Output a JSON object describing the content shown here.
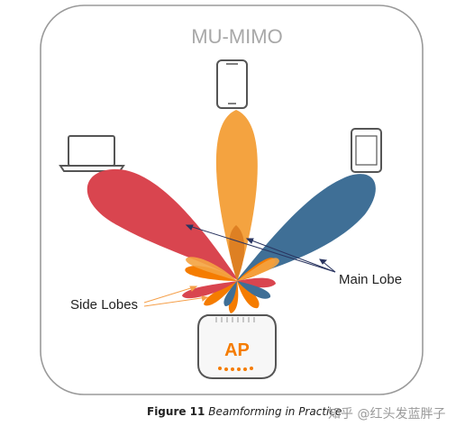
{
  "diagram": {
    "title": "MU-MIMO",
    "labels": {
      "main_lobe": "Main Lobe",
      "side_lobes": "Side Lobes",
      "ap": "AP"
    },
    "colors": {
      "frame": "#9a9a9a",
      "title": "#a8a8a8",
      "red_lobe": "#d9454f",
      "orange_lobe": "#f4a340",
      "blue_lobe": "#3f6f96",
      "bright_orange": "#f57c00",
      "device_outline": "#555555",
      "arrow_dark": "#2a3560",
      "arrow_orange": "#f5a04a"
    },
    "devices": [
      "laptop-icon",
      "smartphone-icon",
      "tablet-icon"
    ]
  },
  "caption": {
    "figure_label": "Figure 11",
    "text": "Beamforming in Practice"
  },
  "watermark": "知乎 @红头发蓝胖子"
}
